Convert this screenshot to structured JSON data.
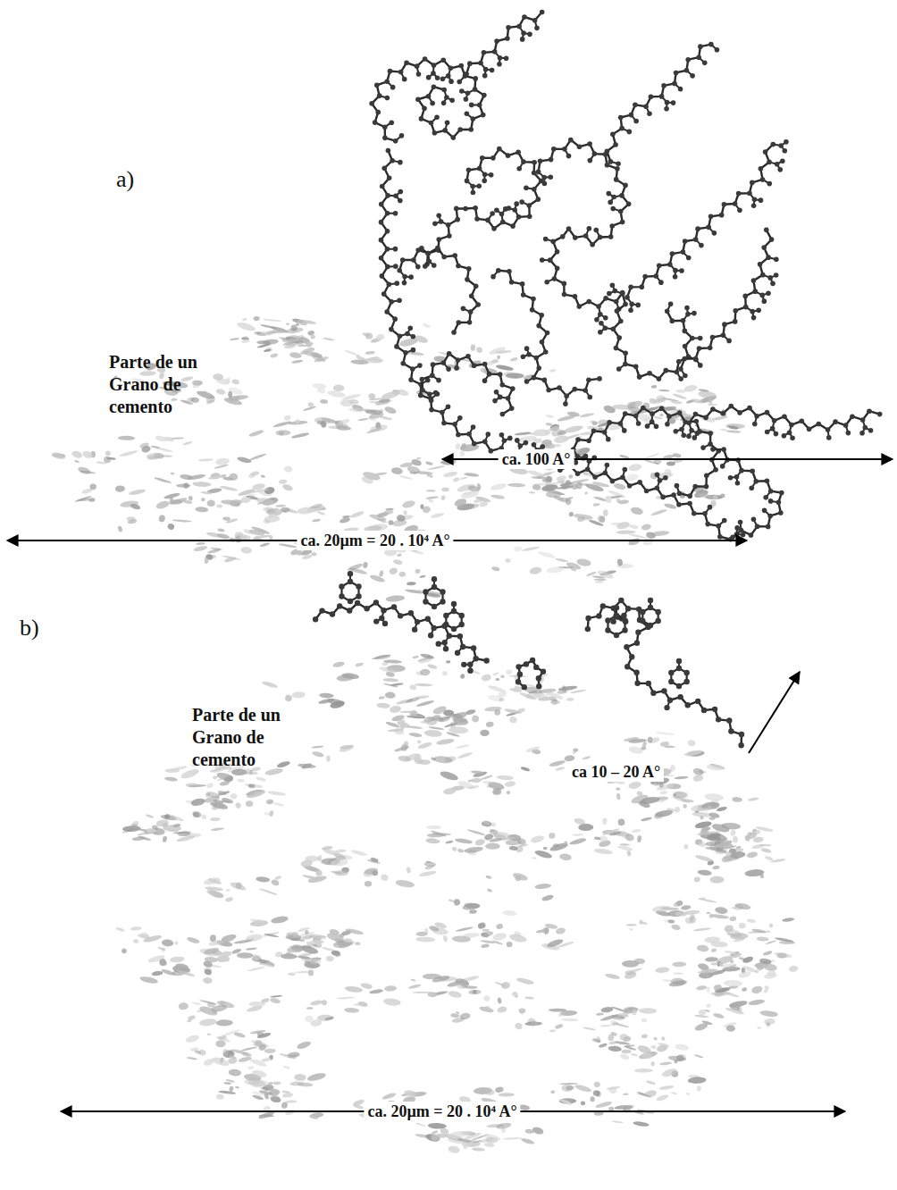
{
  "diagram": {
    "nodes": [
      {
        "text": [
          "Parte de un Grano de cemento"
        ]
      },
      {
        "text": [
          "Parte de un Grano de cemento"
        ]
      }
    ],
    "labels": [
      "a)",
      "ca. 100 A°",
      "ca. 20µm = 20 . 10⁴ A°",
      "b)",
      "ca 10 – 20 A°",
      "ca. 20µm = 20 . 10⁴ A°"
    ]
  }
}
